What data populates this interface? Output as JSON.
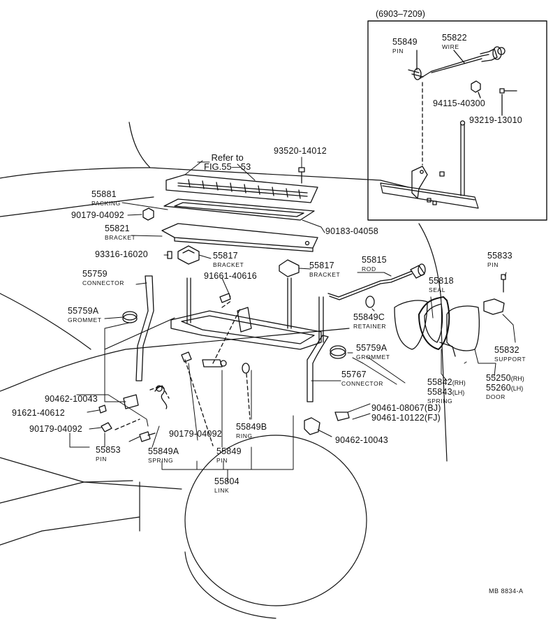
{
  "inset": {
    "title": "(6903–7209)"
  },
  "refer": {
    "line1": "Refer to",
    "line2": "FIG.55—53"
  },
  "parts": {
    "p55849_inset": {
      "num": "55849",
      "name": "PIN"
    },
    "p55822": {
      "num": "55822",
      "name": "WIRE"
    },
    "p94115": {
      "num": "94115-40300"
    },
    "p93219": {
      "num": "93219-13010"
    },
    "p93520": {
      "num": "93520-14012"
    },
    "p55881": {
      "num": "55881",
      "name": "PACKING"
    },
    "p90179_top": {
      "num": "90179-04092"
    },
    "p55821": {
      "num": "55821",
      "name": "BRACKET"
    },
    "p90183": {
      "num": "90183-04058"
    },
    "p93316": {
      "num": "93316-16020"
    },
    "p55817_a": {
      "num": "55817",
      "name": "BRACKET"
    },
    "p55817_b": {
      "num": "55817",
      "name": "BRACKET"
    },
    "p55815": {
      "num": "55815",
      "name": "ROD"
    },
    "p55833": {
      "num": "55833",
      "name": "PIN"
    },
    "p55759": {
      "num": "55759",
      "name": "CONNECTOR"
    },
    "p91661": {
      "num": "91661-40616"
    },
    "p55818": {
      "num": "55818",
      "name": "SEAL"
    },
    "p55759A_left": {
      "num": "55759A",
      "name": "GROMMET"
    },
    "p55849C": {
      "num": "55849C",
      "name": "RETAINER"
    },
    "p55759A_right": {
      "num": "55759A",
      "name": "GROMMET"
    },
    "p55832": {
      "num": "55832",
      "name": "SUPPORT"
    },
    "p55767": {
      "num": "55767",
      "name": "CONNECTOR"
    },
    "p55842": {
      "num": "55842",
      "sfx": "(RH)"
    },
    "p55843": {
      "num": "55843",
      "sfx": "(LH)",
      "name": "SPRING"
    },
    "p55250": {
      "num": "55250",
      "sfx": "(RH)"
    },
    "p55260": {
      "num": "55260",
      "sfx": "(LH)",
      "name": "DOOR"
    },
    "p90462_left": {
      "num": "90462-10043"
    },
    "p91621": {
      "num": "91621-40612"
    },
    "p90461_bj": {
      "num": "90461-08067",
      "sfx": "(BJ)"
    },
    "p90461_fj": {
      "num": "90461-10122",
      "sfx": "(FJ)"
    },
    "p90179_left": {
      "num": "90179-04092"
    },
    "p55849B": {
      "num": "55849B",
      "name": "RING"
    },
    "p90462_right": {
      "num": "90462-10043"
    },
    "p55853": {
      "num": "55853",
      "name": "PIN"
    },
    "p55849A": {
      "num": "55849A",
      "name": "SPRING"
    },
    "p90179_mid": {
      "num": "90179-04092"
    },
    "p55849": {
      "num": "55849",
      "name": "PIN"
    },
    "p55804": {
      "num": "55804",
      "name": "LINK"
    }
  },
  "footer": {
    "code": "MB 8834-A"
  }
}
